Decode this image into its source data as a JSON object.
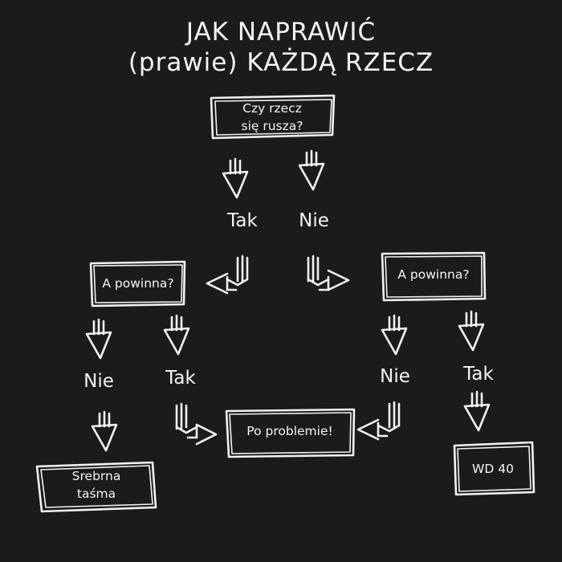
{
  "title": {
    "line1": "JAK NAPRAWIĆ",
    "line2": "(prawie) KAŻDĄ RZECZ"
  },
  "nodes": {
    "start": {
      "line1": "Czy rzecz",
      "line2": "się rusza?"
    },
    "left_q": {
      "text": "A powinna?"
    },
    "right_q": {
      "text": "A powinna?"
    },
    "tape": {
      "line1": "Srebrna",
      "line2": "taśma"
    },
    "no_problem": {
      "text": "Po problemie!"
    },
    "wd40": {
      "text": "WD 40"
    }
  },
  "labels": {
    "top_yes": "Tak",
    "top_no": "Nie",
    "left_no": "Nie",
    "left_yes": "Tak",
    "right_no": "Nie",
    "right_yes": "Tak"
  },
  "colors": {
    "background": "#1b1b1b",
    "ink": "#f2f2f2"
  }
}
